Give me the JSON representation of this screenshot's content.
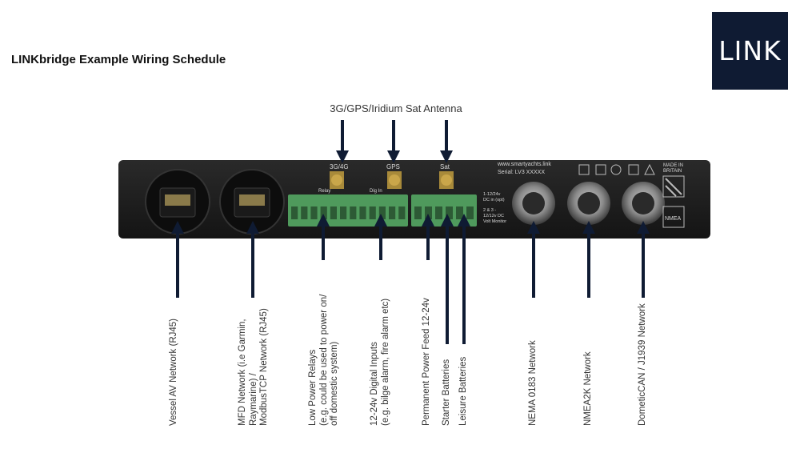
{
  "header": {
    "title": "LINKbridge Example Wiring Schedule",
    "logo_text": "LINK"
  },
  "antenna_title": "3G/GPS/Iridium Sat Antenna",
  "device": {
    "antenna_3g": "3G/4G",
    "antenna_gps": "GPS",
    "antenna_sat": "Sat",
    "relay": "Relay",
    "dig_in": "Dig In",
    "website": "www.smartyachts.link",
    "serial": "Serial: LV3 XXXXX",
    "dc_in_line1": "1-12/24v",
    "dc_in_line2": "DC in (opt)",
    "volt_line1": "2 & 3 -",
    "volt_line2": "12/12v DC",
    "volt_line3": "Volt Monitor",
    "made_in_1": "MADE IN",
    "made_in_2": "BRITAIN",
    "nmea_badge": "NMEA"
  },
  "labels": {
    "vessel_av": [
      "Vessel AV Network (RJ45)"
    ],
    "mfd": [
      "MFD Network (i.e Garmin,",
      "Raymarine) /",
      "ModbusTCP Network (RJ45)"
    ],
    "relays": [
      "Low Power Relays",
      "(e.g. could be used to power on/",
      "off domestic system)"
    ],
    "digital": [
      "12-24v Digital Inputs",
      "(e.g. bilge alarm, fire alarm etc)"
    ],
    "power": [
      "Permanent Power Feed 12-24v"
    ],
    "starter": [
      "Starter Batteries"
    ],
    "leisure": [
      "Leisure Batteries"
    ],
    "nmea0183": [
      "NEMA 0183 Network"
    ],
    "nmea2k": [
      "NMEA2K Network"
    ],
    "dometic": [
      "DometicCAN / J1939 Network"
    ]
  },
  "colors": {
    "arrow": "#0f1b33",
    "device_body": "#1b1b1b",
    "terminal_green": "#4f9a5c"
  }
}
